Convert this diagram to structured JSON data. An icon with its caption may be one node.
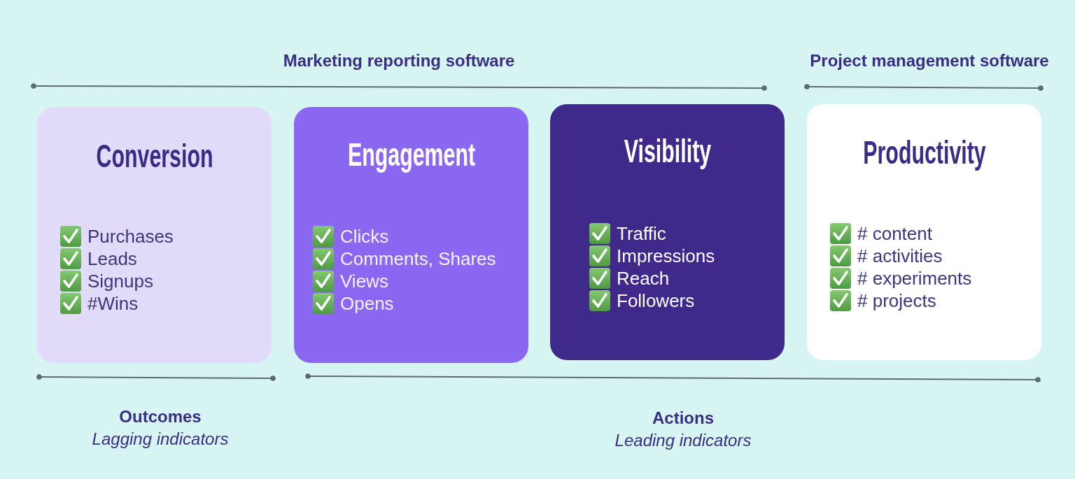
{
  "diagram": {
    "nodes": [
      {
        "text": [
          "Conversion",
          "Purchases",
          "Leads",
          "Signups",
          "#Wins"
        ]
      },
      {
        "text": [
          "Engagement",
          "Clicks",
          "Comments, Shares",
          "Views",
          "Opens"
        ]
      },
      {
        "text": [
          "Visibility",
          "Traffic",
          "Impressions",
          "Reach",
          "Followers"
        ]
      },
      {
        "text": [
          "Productivity",
          "# content",
          "# activities",
          "# experiments",
          "# projects"
        ]
      }
    ],
    "labels": [
      "Marketing reporting software",
      "Project management software",
      "Outcomes",
      "Lagging indicators",
      "Actions",
      "Leading indicators"
    ]
  }
}
